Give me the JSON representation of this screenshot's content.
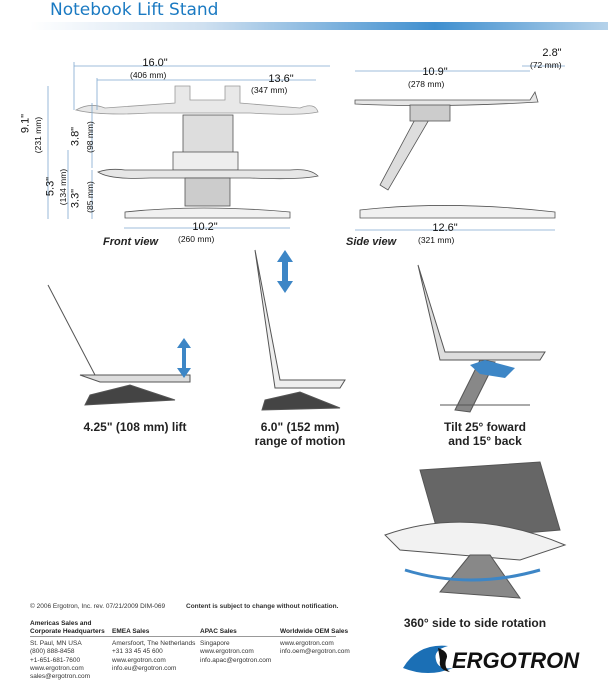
{
  "title": "Notebook Lift Stand",
  "front_view": {
    "label": "Front view",
    "width_total": "16.0\"",
    "width_total_mm": "(406 mm)",
    "width_tray": "13.6\"",
    "width_tray_mm": "(347 mm)",
    "base": "10.2\"",
    "base_mm": "(260 mm)",
    "height_max": "9.1\"",
    "height_max_mm": "(231 mm)",
    "lift": "3.8\"",
    "lift_mm": "(98 mm)",
    "height_min": "5.3\"",
    "height_min_mm": "(134 mm)",
    "base_height": "3.3\"",
    "base_height_mm": "(85 mm)"
  },
  "side_view": {
    "label": "Side view",
    "depth": "10.9\"",
    "depth_mm": "(278 mm)",
    "lip": "2.8\"",
    "lip_mm": "(72 mm)",
    "base": "12.6\"",
    "base_mm": "(321 mm)"
  },
  "features": [
    {
      "line1": "4.25\" (108 mm) lift",
      "line2": ""
    },
    {
      "line1": "6.0\" (152 mm)",
      "line2": "range of motion"
    },
    {
      "line1": "Tilt 25° foward",
      "line2": "and 15° back"
    },
    {
      "line1": "360° side to side rotation",
      "line2": ""
    }
  ],
  "footer": {
    "copyright": "© 2006 Ergotron, Inc.   rev. 07/21/2009   DIM-069",
    "notice": "Content is subject to change without notification.",
    "columns": [
      {
        "heading1": "Americas Sales and",
        "heading2": "Corporate Headquarters",
        "lines": [
          "St. Paul, MN USA",
          "(800) 888-8458",
          "+1-651-681-7600",
          "www.ergotron.com",
          "sales@ergotron.com"
        ]
      },
      {
        "heading1": "",
        "heading2": "EMEA Sales",
        "lines": [
          "Amersfoort, The Netherlands",
          "+31 33 45 45 600",
          "www.ergotron.com",
          "info.eu@ergotron.com"
        ]
      },
      {
        "heading1": "",
        "heading2": "APAC Sales",
        "lines": [
          "Singapore",
          "www.ergotron.com",
          "info.apac@ergotron.com"
        ]
      },
      {
        "heading1": "",
        "heading2": "Worldwide OEM Sales",
        "lines": [
          "www.ergotron.com",
          "info.oem@ergotron.com"
        ]
      }
    ]
  },
  "logo": "ERGOTRON",
  "colors": {
    "title": "#1b7ac2",
    "dimension": "#7fa9cf",
    "arrow": "#3d86c6"
  }
}
